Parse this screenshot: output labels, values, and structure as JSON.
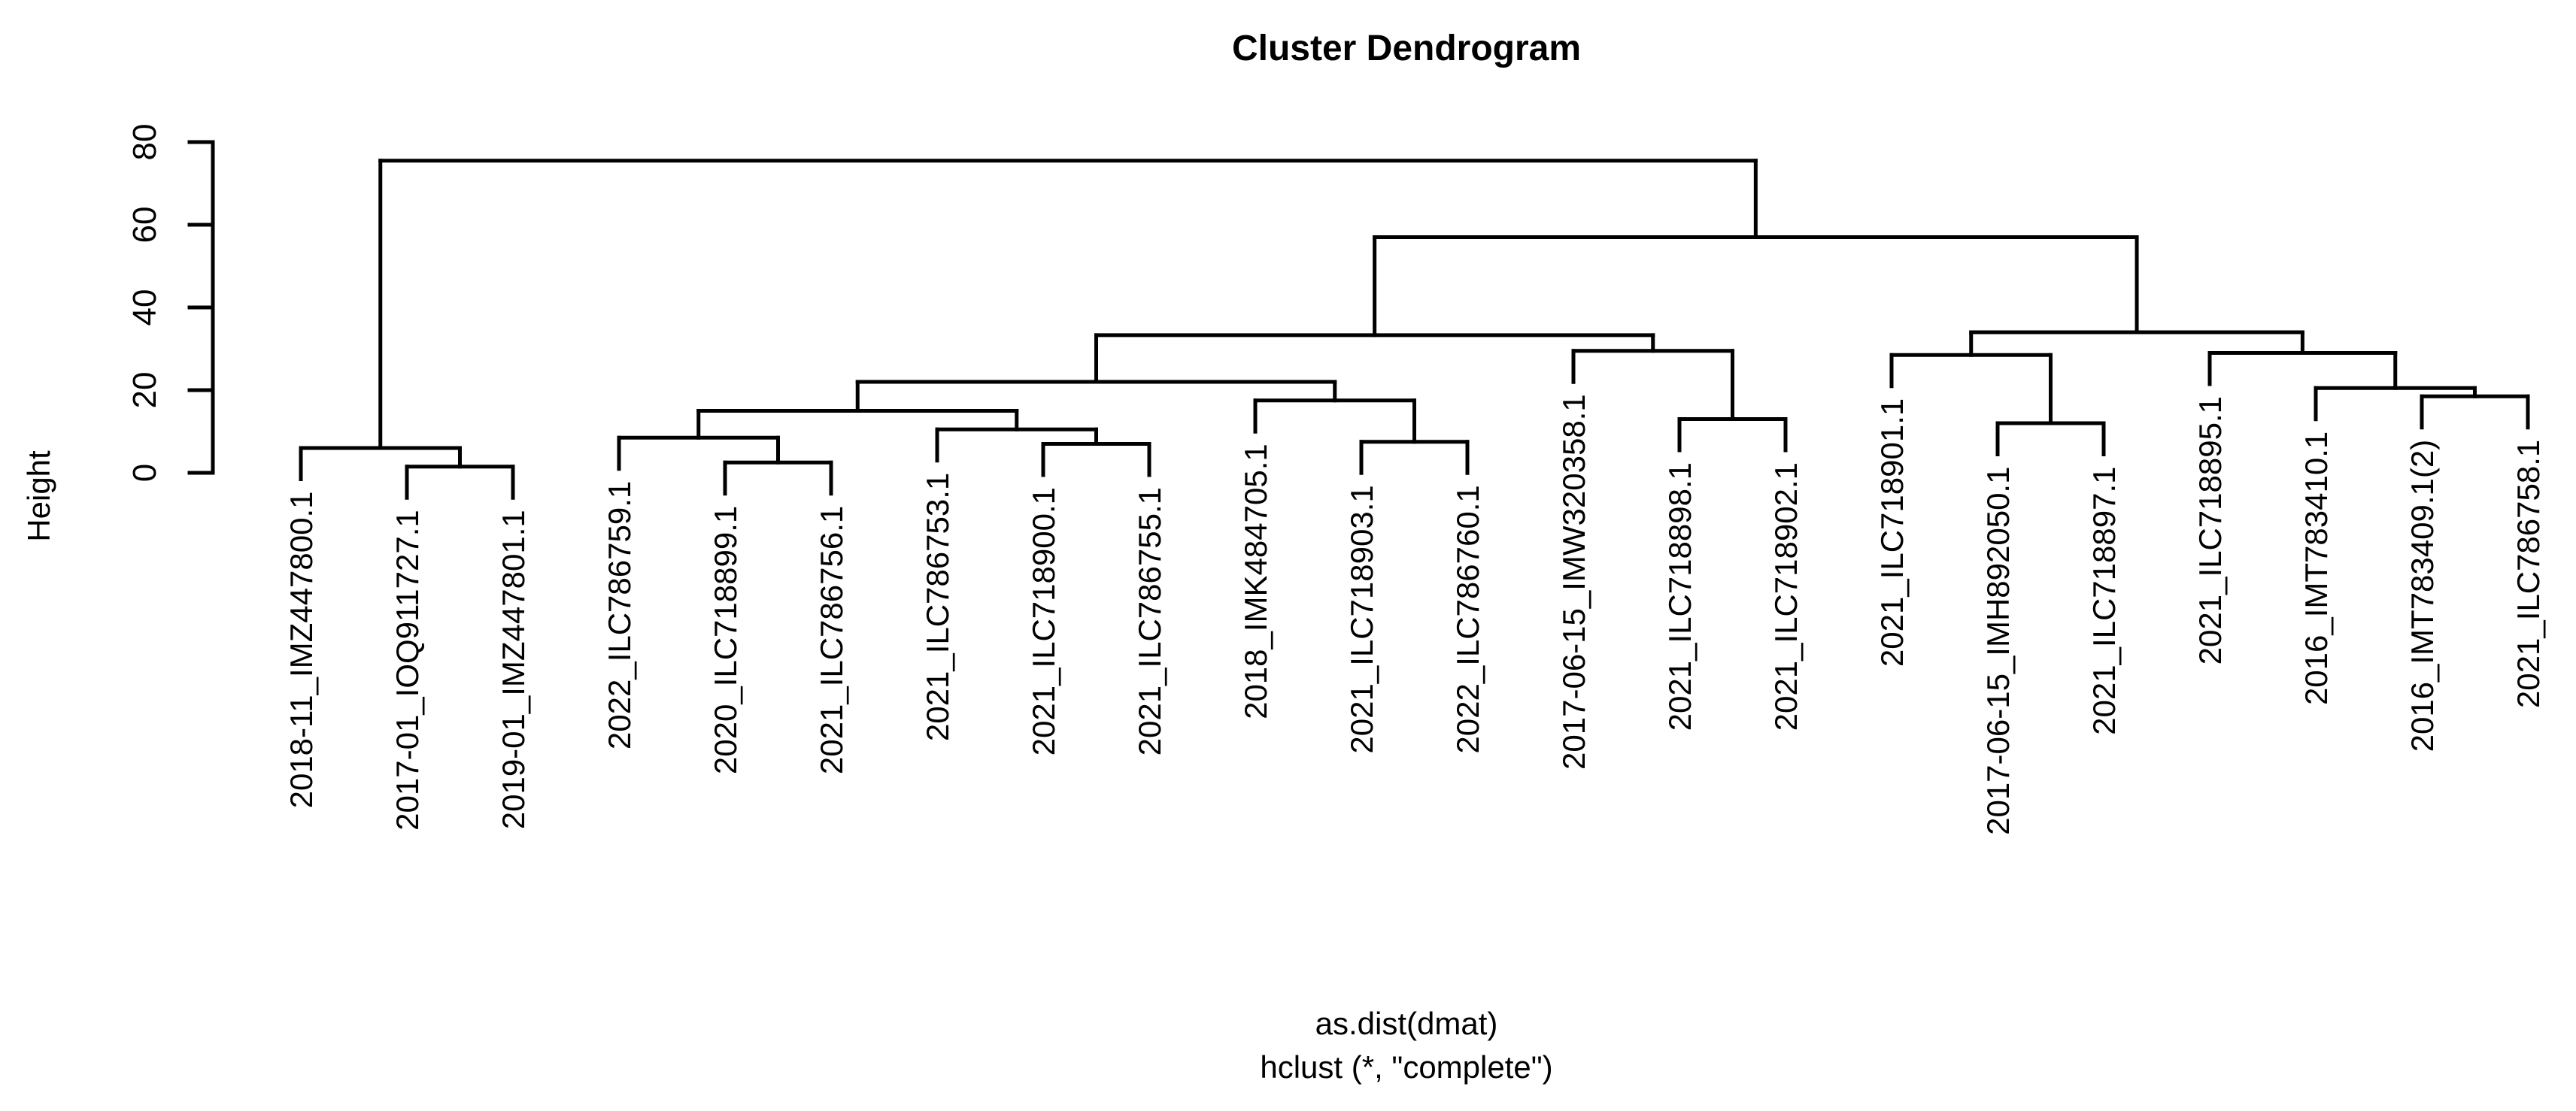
{
  "title": "Cluster Dendrogram",
  "colors": {
    "line": "#000000",
    "background": "#ffffff",
    "text": "#000000"
  },
  "chart_data": {
    "type": "dendrogram",
    "title": "Cluster Dendrogram",
    "ylabel": "Height",
    "xlabel_lines": [
      "as.dist(dmat)",
      "hclust (*, \"complete\")"
    ],
    "ylim": [
      0,
      80
    ],
    "y_ticks": [
      0,
      20,
      40,
      60,
      80
    ],
    "grid": false,
    "hang": 0.1,
    "leaves": [
      "2018-11_IMZ447800.1",
      "2017-01_IOQ911727.1",
      "2019-01_IMZ447801.1",
      "2022_ILC786759.1",
      "2020_ILC718899.1",
      "2021_ILC786756.1",
      "2021_ILC786753.1",
      "2021_ILC718900.1",
      "2021_ILC786755.1",
      "2018_IMK484705.1",
      "2021_ILC718903.1",
      "2022_ILC786760.1",
      "2017-06-15_IMW320358.1",
      "2021_ILC718898.1",
      "2021_ILC718902.1",
      "2021_ILC718901.1",
      "2017-06-15_IMH892050.1",
      "2021_ILC718897.1",
      "2021_ILC718895.1",
      "2016_IMT783410.1",
      "2016_IMT783409.1(2)",
      "2021_ILC786758.1"
    ],
    "merges": [
      [
        -2,
        -3,
        1.5
      ],
      [
        -1,
        1,
        6.0
      ],
      [
        -5,
        -6,
        2.5
      ],
      [
        -4,
        3,
        8.5
      ],
      [
        -8,
        -9,
        7.0
      ],
      [
        -7,
        5,
        10.5
      ],
      [
        4,
        6,
        15.0
      ],
      [
        -11,
        -12,
        7.5
      ],
      [
        -10,
        8,
        17.5
      ],
      [
        7,
        9,
        22.0
      ],
      [
        -14,
        -15,
        13.0
      ],
      [
        -13,
        11,
        29.5
      ],
      [
        10,
        12,
        33.3
      ],
      [
        -17,
        -18,
        12.0
      ],
      [
        -16,
        14,
        28.5
      ],
      [
        -21,
        -22,
        18.5
      ],
      [
        -20,
        16,
        20.5
      ],
      [
        -19,
        17,
        29.0
      ],
      [
        15,
        18,
        34.0
      ],
      [
        13,
        19,
        57.0
      ],
      [
        2,
        20,
        75.5
      ]
    ]
  }
}
